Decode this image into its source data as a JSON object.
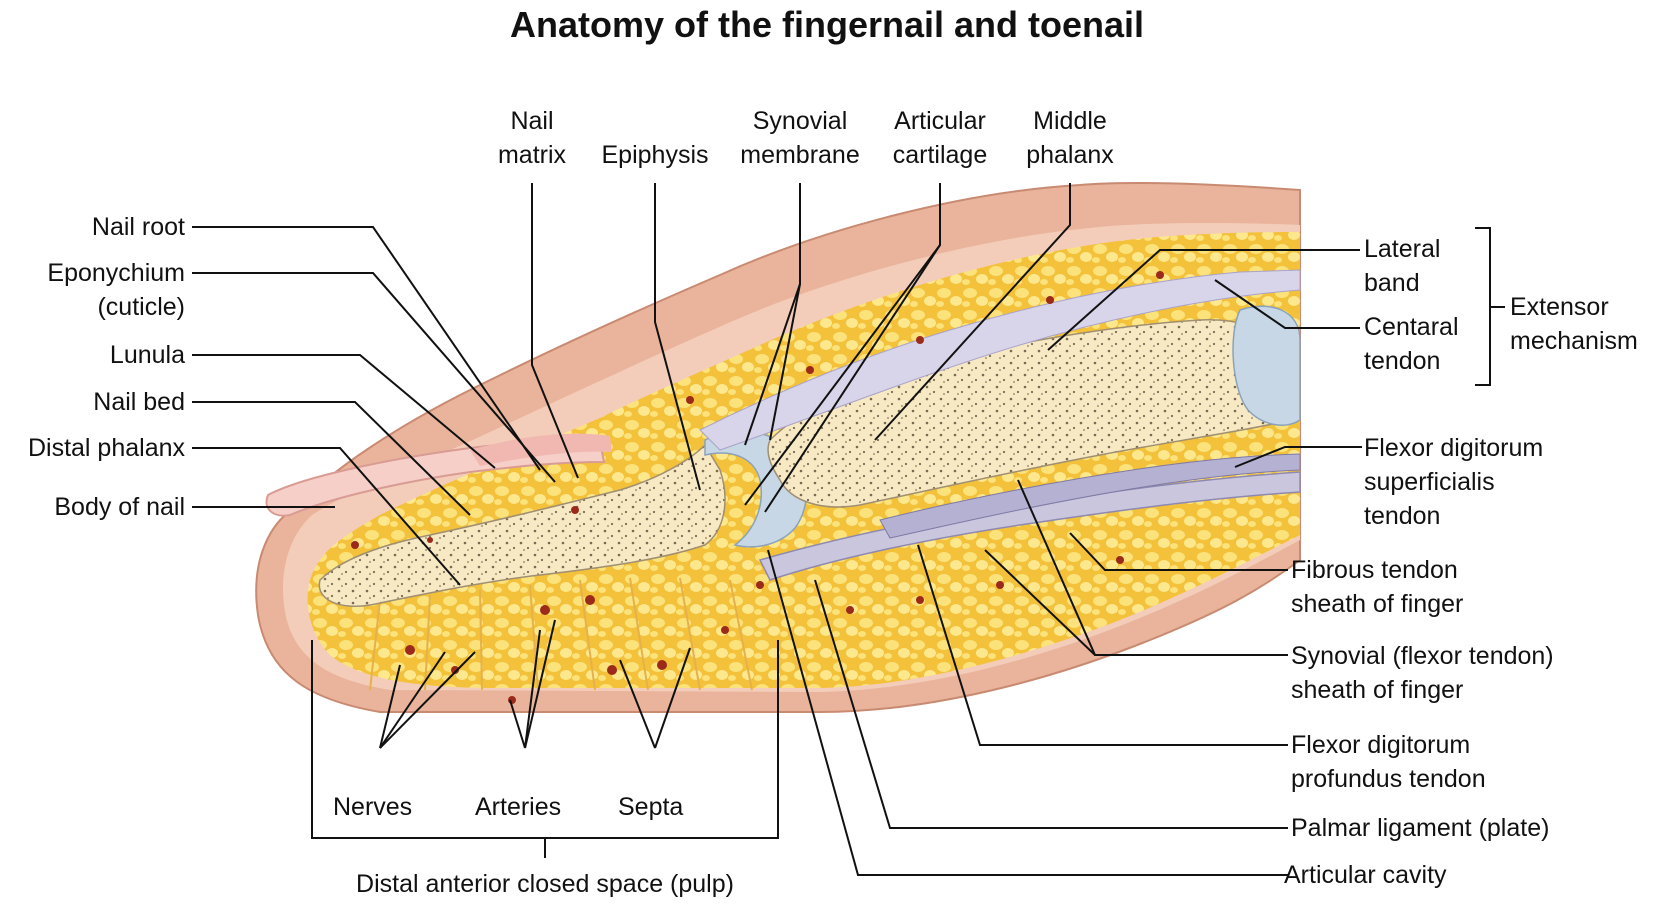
{
  "title": "Anatomy of the fingernail and toenail",
  "labels": {
    "nail_root": "Nail root",
    "eponychium": [
      "Eponychium",
      "(cuticle)"
    ],
    "lunula": "Lunula",
    "nail_bed": "Nail bed",
    "distal_phalanx": "Distal phalanx",
    "body_of_nail": "Body of nail",
    "nail_matrix": [
      "Nail",
      "matrix"
    ],
    "epiphysis": "Epiphysis",
    "synovial_membrane": [
      "Synovial",
      "membrane"
    ],
    "articular_cartilage": [
      "Articular",
      "cartilage"
    ],
    "middle_phalanx": [
      "Middle",
      "phalanx"
    ],
    "lateral_band": [
      "Lateral",
      "band"
    ],
    "central_tendon": [
      "Centaral",
      "tendon"
    ],
    "extensor_mechanism": [
      "Extensor",
      "mechanism"
    ],
    "fds_tendon": [
      "Flexor digitorum",
      "superficialis",
      "tendon"
    ],
    "fibrous_sheath": [
      "Fibrous tendon",
      "sheath of finger"
    ],
    "synovial_sheath": [
      "Synovial (flexor tendon)",
      "sheath of finger"
    ],
    "fdp_tendon": [
      "Flexor digitorum",
      "profundus tendon"
    ],
    "palmar_ligament": "Palmar ligament (plate)",
    "articular_cavity": "Articular cavity",
    "nerves": "Nerves",
    "arteries": "Arteries",
    "septa": "Septa",
    "pulp": "Distal anterior closed space (pulp)"
  },
  "colors": {
    "skin": "#e9b49b",
    "skin_dark": "#c98a72",
    "fat": "#f5c842",
    "fat_cell": "#fbe27a",
    "bone": "#faf0d2",
    "bone_dots": "#6b5a45",
    "cartilage": "#c7d7e6",
    "tendon": "#c9c6de",
    "artery": "#9c2a1a",
    "nail": "#f6cfc8",
    "leader": "#111111"
  }
}
